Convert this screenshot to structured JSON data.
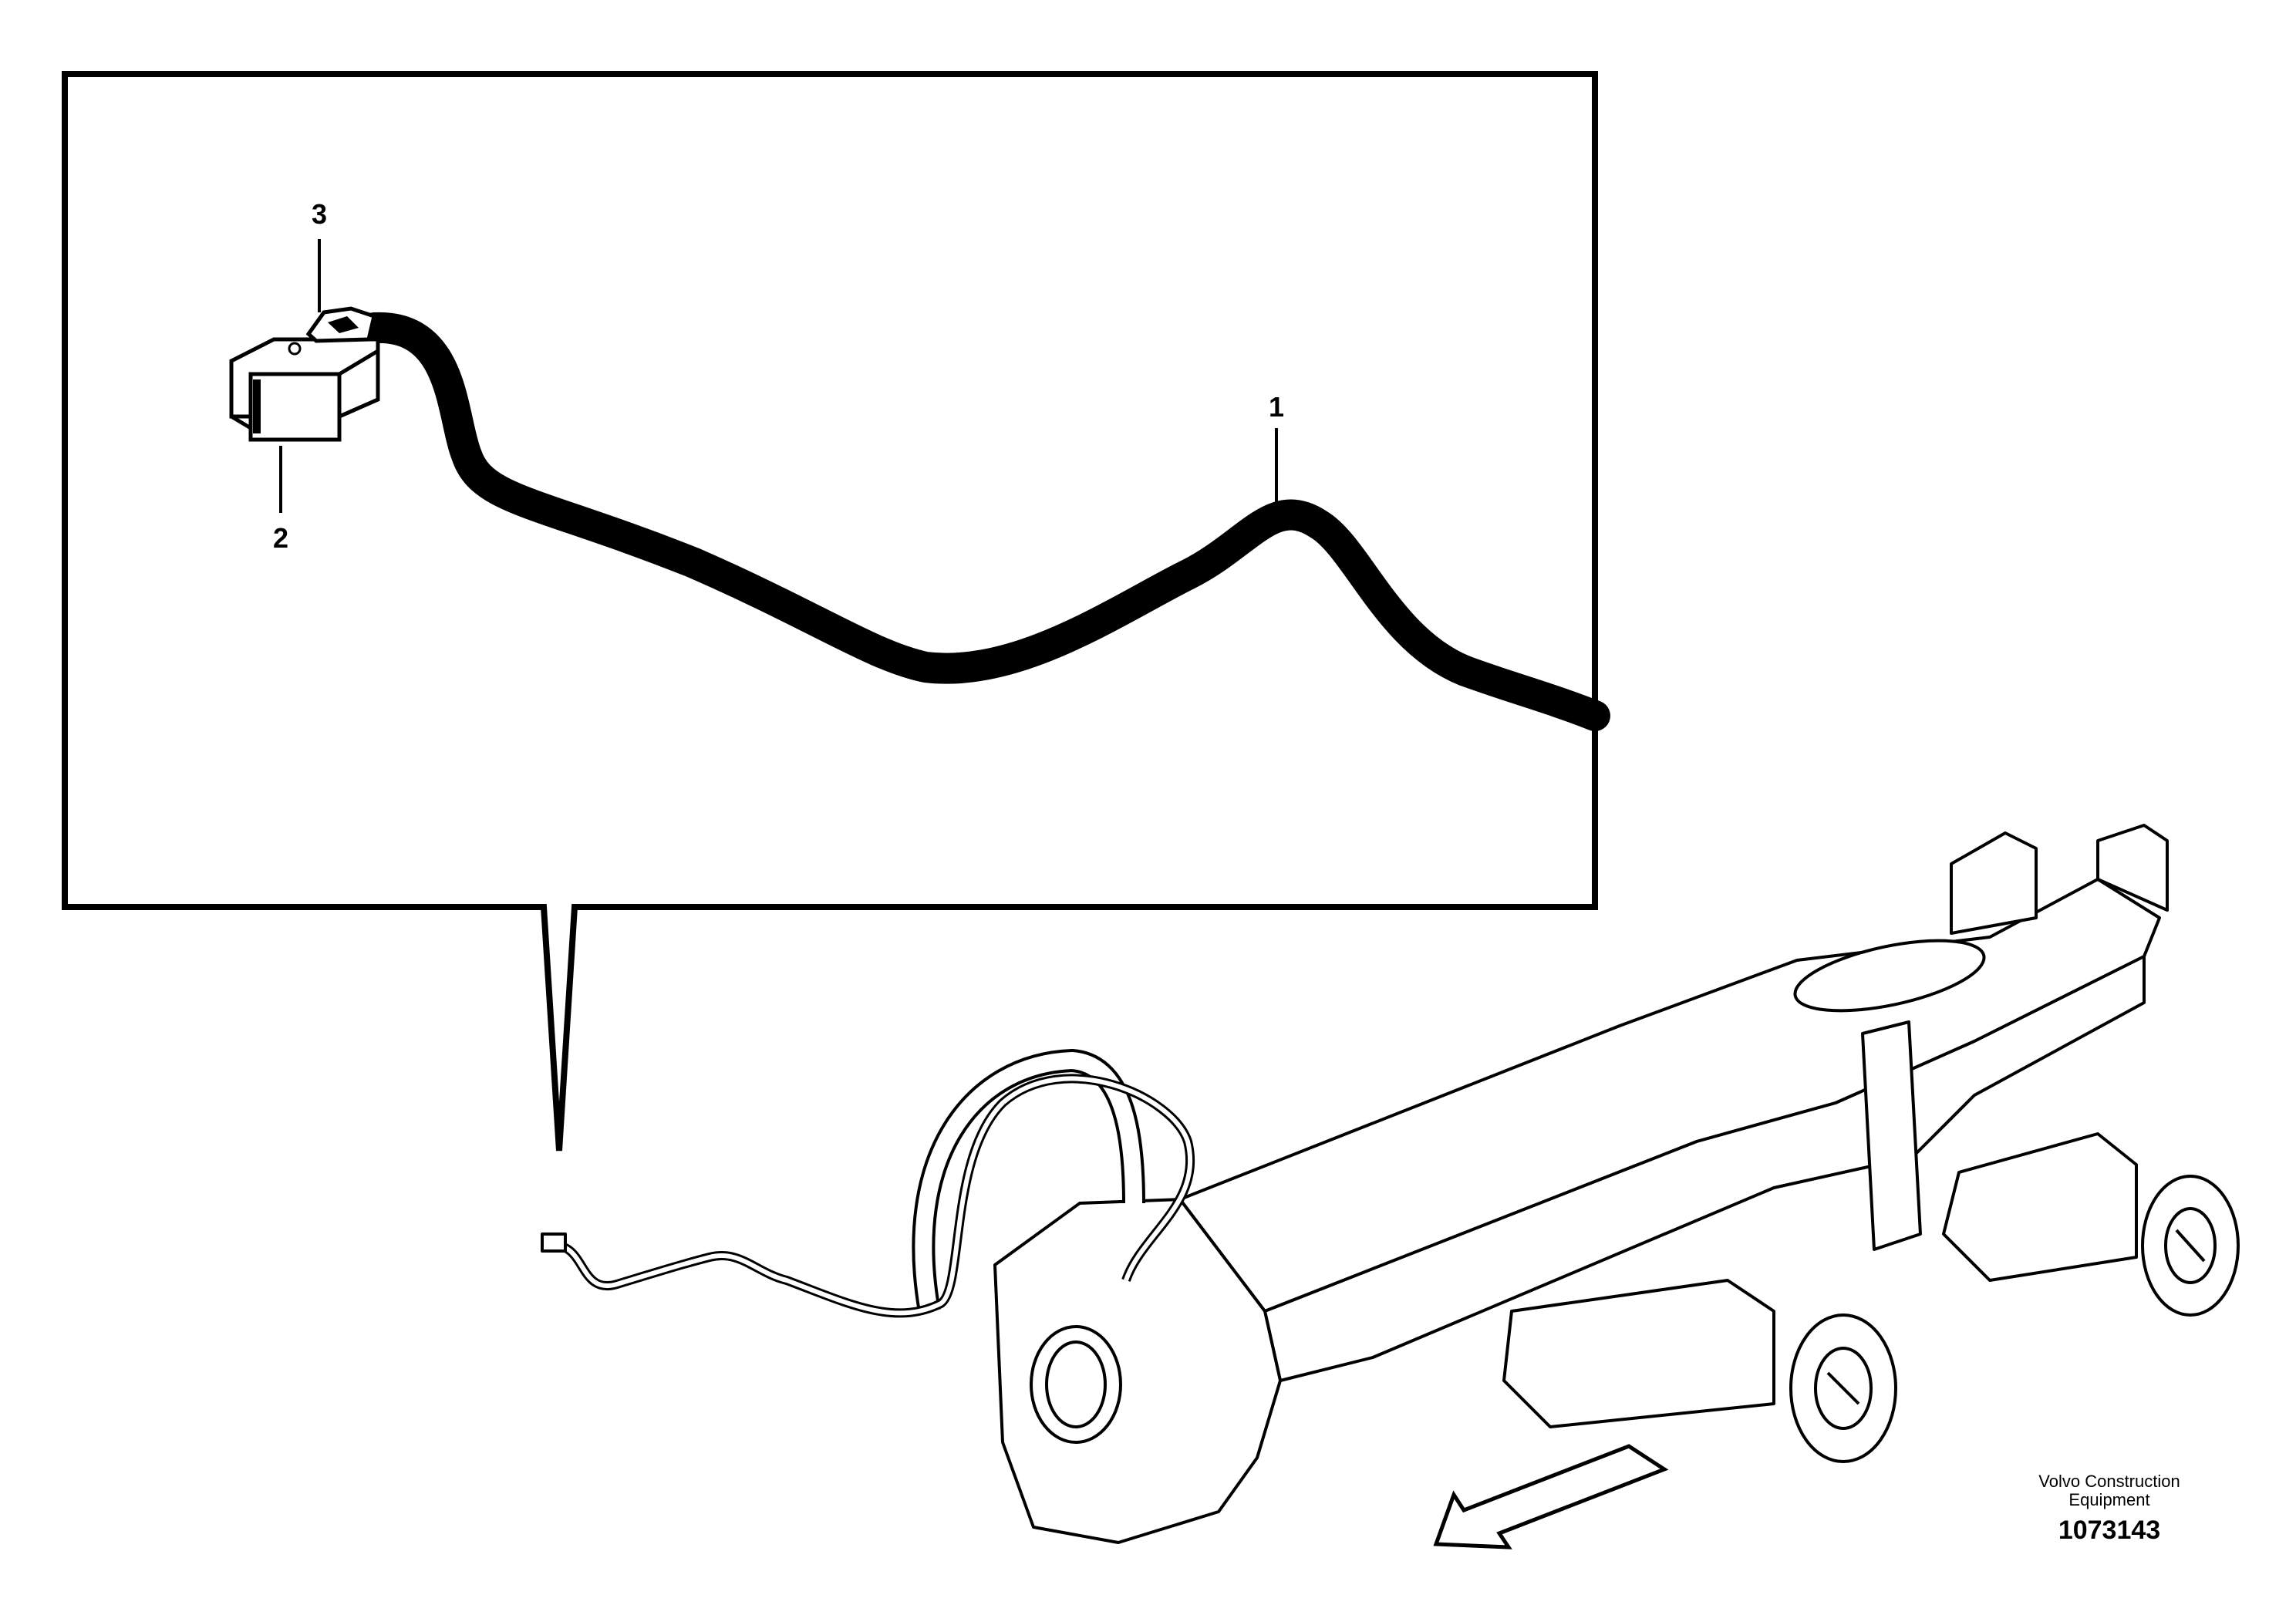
{
  "callouts": [
    {
      "id": "1",
      "text": "1"
    },
    {
      "id": "2",
      "text": "2"
    },
    {
      "id": "3",
      "text": "3"
    }
  ],
  "caption": {
    "company_line1": "Volvo Construction",
    "company_line2": "Equipment",
    "figure_number": "1073143"
  }
}
